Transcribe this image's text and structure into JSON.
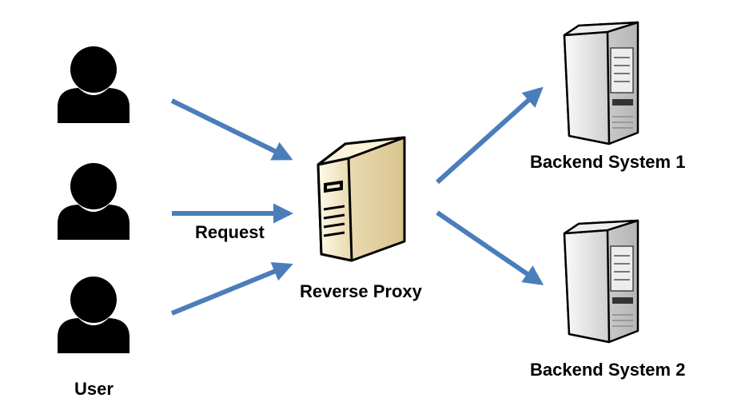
{
  "labels": {
    "request": "Request",
    "reverse_proxy": "Reverse Proxy",
    "backend_1": "Backend System 1",
    "backend_2": "Backend System 2",
    "user": "User"
  },
  "colors": {
    "arrow": "#4a7ebb",
    "user_icon": "#000000",
    "proxy_body": "#f2e6c4",
    "backend_body": "#d9d9d9"
  },
  "icons": {
    "user": "person-silhouette-icon",
    "proxy": "server-tower-icon",
    "backend": "server-tower-icon"
  }
}
